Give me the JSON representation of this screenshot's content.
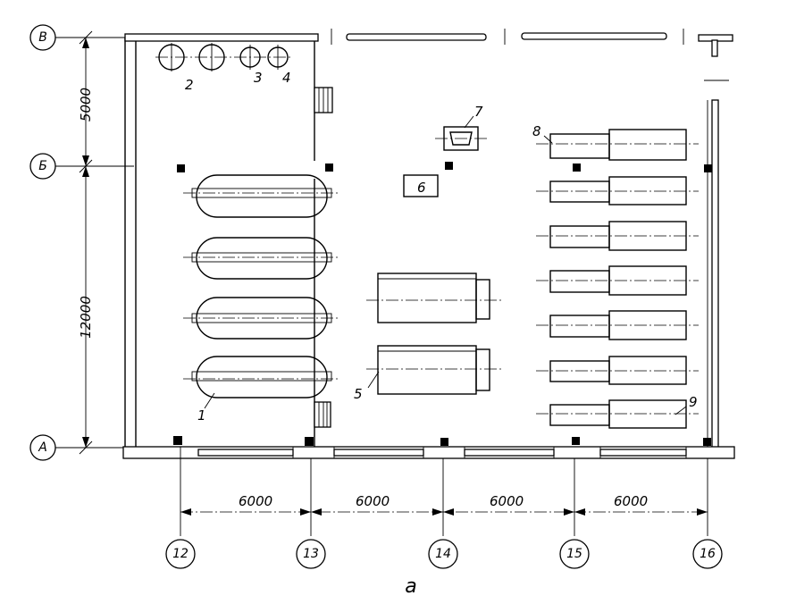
{
  "axes": {
    "rows": [
      "В",
      "Б",
      "А"
    ],
    "columns": [
      "12",
      "13",
      "14",
      "15",
      "16"
    ]
  },
  "dimensions": {
    "row_spans": [
      "5000",
      "12000"
    ],
    "column_spans": [
      "6000",
      "6000",
      "6000",
      "6000"
    ]
  },
  "equipment_labels": {
    "l1": "1",
    "l2": "2",
    "l3": "3",
    "l4": "4",
    "l5": "5",
    "l6": "6",
    "l7": "7",
    "l8": "8",
    "l9": "9"
  },
  "caption": "а"
}
